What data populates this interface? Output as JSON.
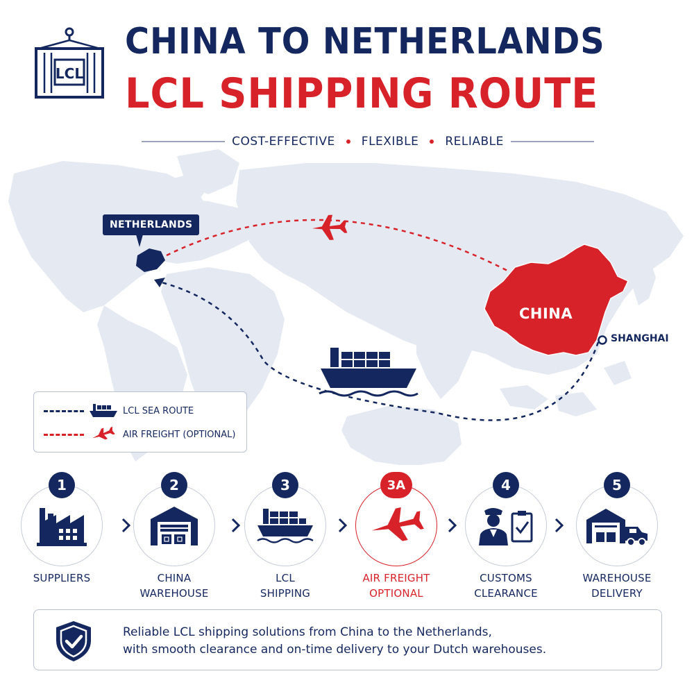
{
  "logo": {
    "text": "LCL",
    "icon": "container-icon"
  },
  "title": {
    "line1": "CHINA TO NETHERLANDS",
    "line2": "LCL SHIPPING ROUTE"
  },
  "tagline": [
    "COST-EFFECTIVE",
    "FLEXIBLE",
    "RELIABLE"
  ],
  "map": {
    "netherlands_label": "NETHERLANDS",
    "china_label": "CHINA",
    "shanghai_label": "SHANGHAI"
  },
  "legend": {
    "sea": {
      "label": "LCL SEA ROUTE",
      "icon": "ship-icon",
      "color": "#14275e"
    },
    "air": {
      "label": "AIR FREIGHT (OPTIONAL)",
      "icon": "plane-icon",
      "color": "#d8222a"
    }
  },
  "steps": [
    {
      "badge": "1",
      "line1": "SUPPLIERS",
      "line2": "",
      "icon": "factory-icon",
      "highlight": false
    },
    {
      "badge": "2",
      "line1": "CHINA",
      "line2": "WAREHOUSE",
      "icon": "warehouse-icon",
      "highlight": false
    },
    {
      "badge": "3",
      "line1": "LCL",
      "line2": "SHIPPING",
      "icon": "ship-icon",
      "highlight": false
    },
    {
      "badge": "3A",
      "line1": "AIR FREIGHT",
      "line2": "OPTIONAL",
      "icon": "plane-icon",
      "highlight": true
    },
    {
      "badge": "4",
      "line1": "CUSTOMS",
      "line2": "CLEARANCE",
      "icon": "customs-officer-icon",
      "highlight": false
    },
    {
      "badge": "5",
      "line1": "WAREHOUSE",
      "line2": "DELIVERY",
      "icon": "delivery-truck-icon",
      "highlight": false
    }
  ],
  "footer": {
    "line1": "Reliable LCL shipping solutions from China to the Netherlands,",
    "line2": "with smooth clearance and on-time delivery to your Dutch warehouses."
  },
  "colors": {
    "navy": "#14275e",
    "red": "#d8222a",
    "map": "#e4e9f2"
  }
}
